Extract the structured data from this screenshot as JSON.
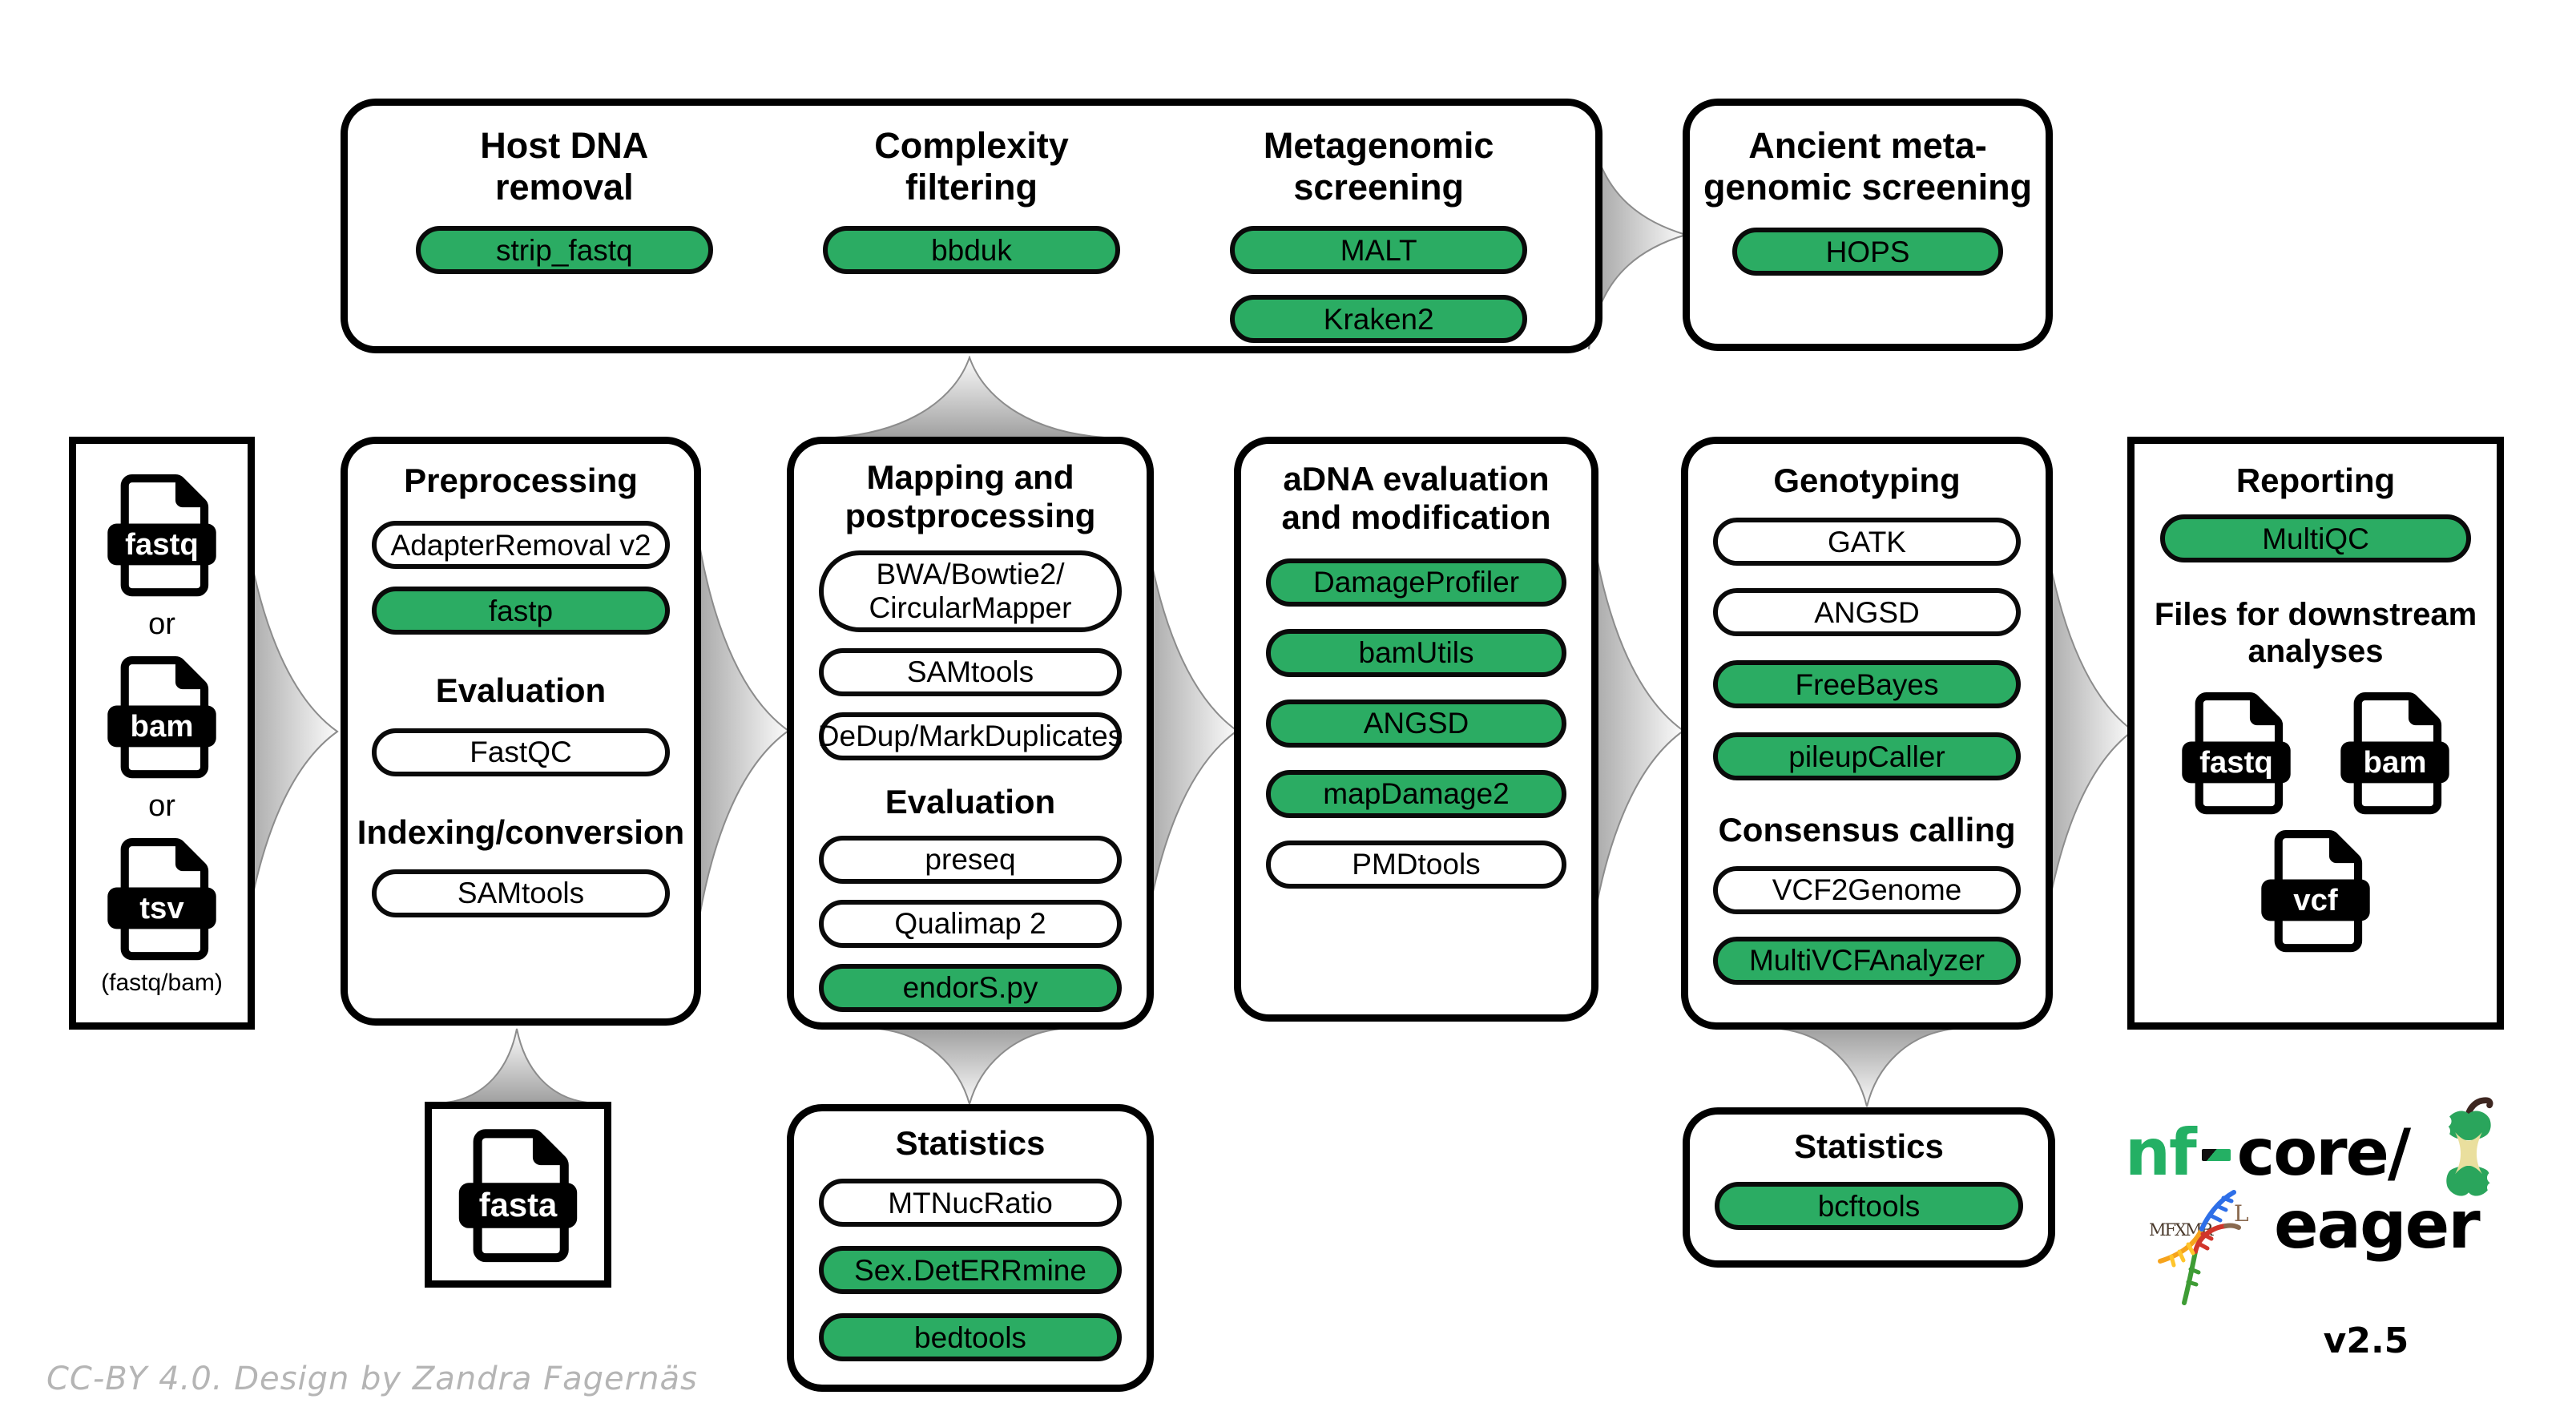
{
  "colors": {
    "green": "#2bac63",
    "logo_green": "#24b064",
    "apple_green": "#2aa55c",
    "apple_core": "#eadf9e",
    "arrow_dark": "#a0a0a0",
    "arrow_light": "#fbfbfb",
    "credit_gray": "#b5b5b5"
  },
  "top_row": {
    "host_dna": {
      "title": "Host DNA\nremoval",
      "tools": [
        {
          "label": "strip_fastq",
          "highlight": true
        }
      ]
    },
    "complexity": {
      "title": "Complexity\nfiltering",
      "tools": [
        {
          "label": "bbduk",
          "highlight": true
        }
      ]
    },
    "metagenomic": {
      "title": "Metagenomic\nscreening",
      "tools": [
        {
          "label": "MALT",
          "highlight": true
        },
        {
          "label": "Kraken2",
          "highlight": true
        }
      ]
    },
    "ancient": {
      "title": "Ancient meta-\ngenomic screening",
      "tools": [
        {
          "label": "HOPS",
          "highlight": true
        }
      ]
    }
  },
  "input_box": {
    "file1": "fastq",
    "or1": "or",
    "file2": "bam",
    "or2": "or",
    "file3": "tsv",
    "caption": "(fastq/bam)"
  },
  "preprocessing": {
    "title": "Preprocessing",
    "tools": [
      {
        "label": "AdapterRemoval v2",
        "highlight": false
      },
      {
        "label": "fastp",
        "highlight": true
      }
    ],
    "sub1": "Evaluation",
    "tools2": [
      {
        "label": "FastQC",
        "highlight": false
      }
    ],
    "sub2": "Indexing/conversion",
    "tools3": [
      {
        "label": "SAMtools",
        "highlight": false
      }
    ]
  },
  "mapping": {
    "title": "Mapping and\npostprocessing",
    "tools": [
      {
        "label": "BWA/Bowtie2/\nCircularMapper",
        "highlight": false
      },
      {
        "label": "SAMtools",
        "highlight": false
      },
      {
        "label": "DeDup/MarkDuplicates",
        "highlight": false
      }
    ],
    "sub1": "Evaluation",
    "tools2": [
      {
        "label": "preseq",
        "highlight": false
      },
      {
        "label": "Qualimap 2",
        "highlight": false
      },
      {
        "label": "endorS.py",
        "highlight": true
      }
    ]
  },
  "adna": {
    "title": "aDNA evaluation\nand modification",
    "tools": [
      {
        "label": "DamageProfiler",
        "highlight": true
      },
      {
        "label": "bamUtils",
        "highlight": true
      },
      {
        "label": "ANGSD",
        "highlight": true
      },
      {
        "label": "mapDamage2",
        "highlight": true
      },
      {
        "label": "PMDtools",
        "highlight": false
      }
    ]
  },
  "genotyping": {
    "title": "Genotyping",
    "tools": [
      {
        "label": "GATK",
        "highlight": false
      },
      {
        "label": "ANGSD",
        "highlight": false
      },
      {
        "label": "FreeBayes",
        "highlight": true
      },
      {
        "label": "pileupCaller",
        "highlight": true
      }
    ],
    "sub1": "Consensus calling",
    "tools2": [
      {
        "label": "VCF2Genome",
        "highlight": false
      },
      {
        "label": "MultiVCFAnalyzer",
        "highlight": true
      }
    ]
  },
  "reporting": {
    "title": "Reporting",
    "tools": [
      {
        "label": "MultiQC",
        "highlight": true
      }
    ],
    "sub1": "Files for downstream\nanalyses",
    "file1": "fastq",
    "file2": "bam",
    "file3": "vcf"
  },
  "fasta_box": {
    "file": "fasta"
  },
  "stats_mapping": {
    "title": "Statistics",
    "tools": [
      {
        "label": "MTNucRatio",
        "highlight": false
      },
      {
        "label": "Sex.DetERRmine",
        "highlight": true
      },
      {
        "label": "bedtools",
        "highlight": true
      }
    ]
  },
  "stats_genotyping": {
    "title": "Statistics",
    "tools": [
      {
        "label": "bcftools",
        "highlight": true
      }
    ]
  },
  "logo": {
    "brand_nf": "nf",
    "brand_core": "core/",
    "app_name": "eager",
    "version": "v2.5",
    "runes": "MFXMR",
    "rune_tail": "L"
  },
  "credit": "CC-BY 4.0. Design by Zandra Fagernäs"
}
